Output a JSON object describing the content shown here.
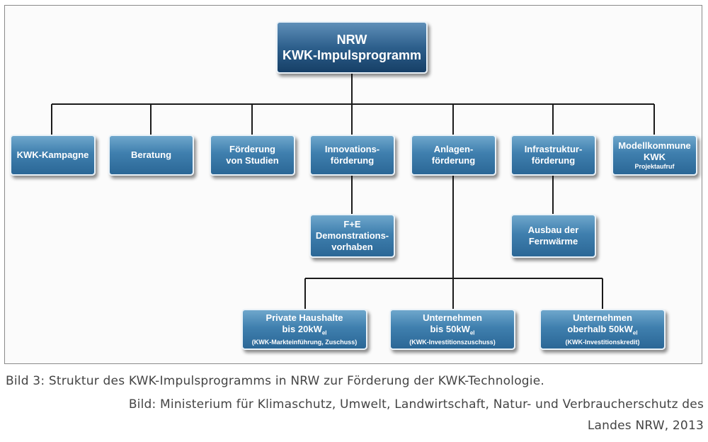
{
  "root": {
    "line1": "NRW",
    "line2": "KWK-Impulsprogramm"
  },
  "level1": {
    "kampagne": "KWK-Kampagne",
    "beratung": "Beratung",
    "studien": [
      "Förderung",
      "von Studien"
    ],
    "innovation": [
      "Innovations-",
      "förderung"
    ],
    "anlagen": [
      "Anlagen-",
      "förderung"
    ],
    "infrastruktur": [
      "Infrastruktur-",
      "förderung"
    ],
    "modell": [
      "Modellkommune",
      "KWK",
      "Projektaufruf"
    ]
  },
  "level2": {
    "fe": [
      "F+E",
      "Demonstrations-",
      "vorhaben"
    ],
    "fernwaerme": [
      "Ausbau der",
      "Fernwärme"
    ]
  },
  "level3": {
    "haushalte": {
      "line1": "Private Haushalte",
      "line2_pre": "bis 20kW",
      "sub": "el",
      "note": "(KWK-Markteinführung, Zuschuss)"
    },
    "unt50": {
      "line1": "Unternehmen",
      "line2_pre": "bis 50kW",
      "sub": "el",
      "note": "(KWK-Investitionszuschuss)"
    },
    "untOber": {
      "line1": "Unternehmen",
      "line2_pre": "oberhalb 50kW",
      "sub": "el",
      "note": "(KWK-Investitionskredit)"
    }
  },
  "caption": {
    "line1": "Bild 3: Struktur des KWK-Impulsprogramms in NRW zur Förderung der KWK-Technologie.",
    "line2": "Bild: Ministerium für Klimaschutz, Umwelt, Landwirtschaft, Natur- und Verbraucherschutz des",
    "line3": "Landes NRW, 2013"
  }
}
